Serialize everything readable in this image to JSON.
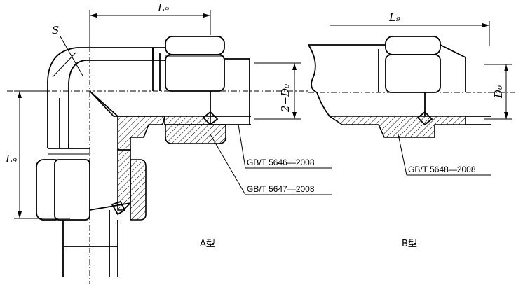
{
  "labels": {
    "a_l9_top": "L₉",
    "a_l9_side": "L₉",
    "a_s": "S",
    "a_2d0": "2−D₀",
    "b_l9_top": "L₉",
    "b_d0": "D₀"
  },
  "standards": {
    "gbt5646": "GB/T 5646—2008",
    "gbt5647": "GB/T 5647—2008",
    "gbt5648": "GB/T 5648—2008"
  },
  "captions": {
    "type_a": "A型",
    "type_b": "B型"
  }
}
